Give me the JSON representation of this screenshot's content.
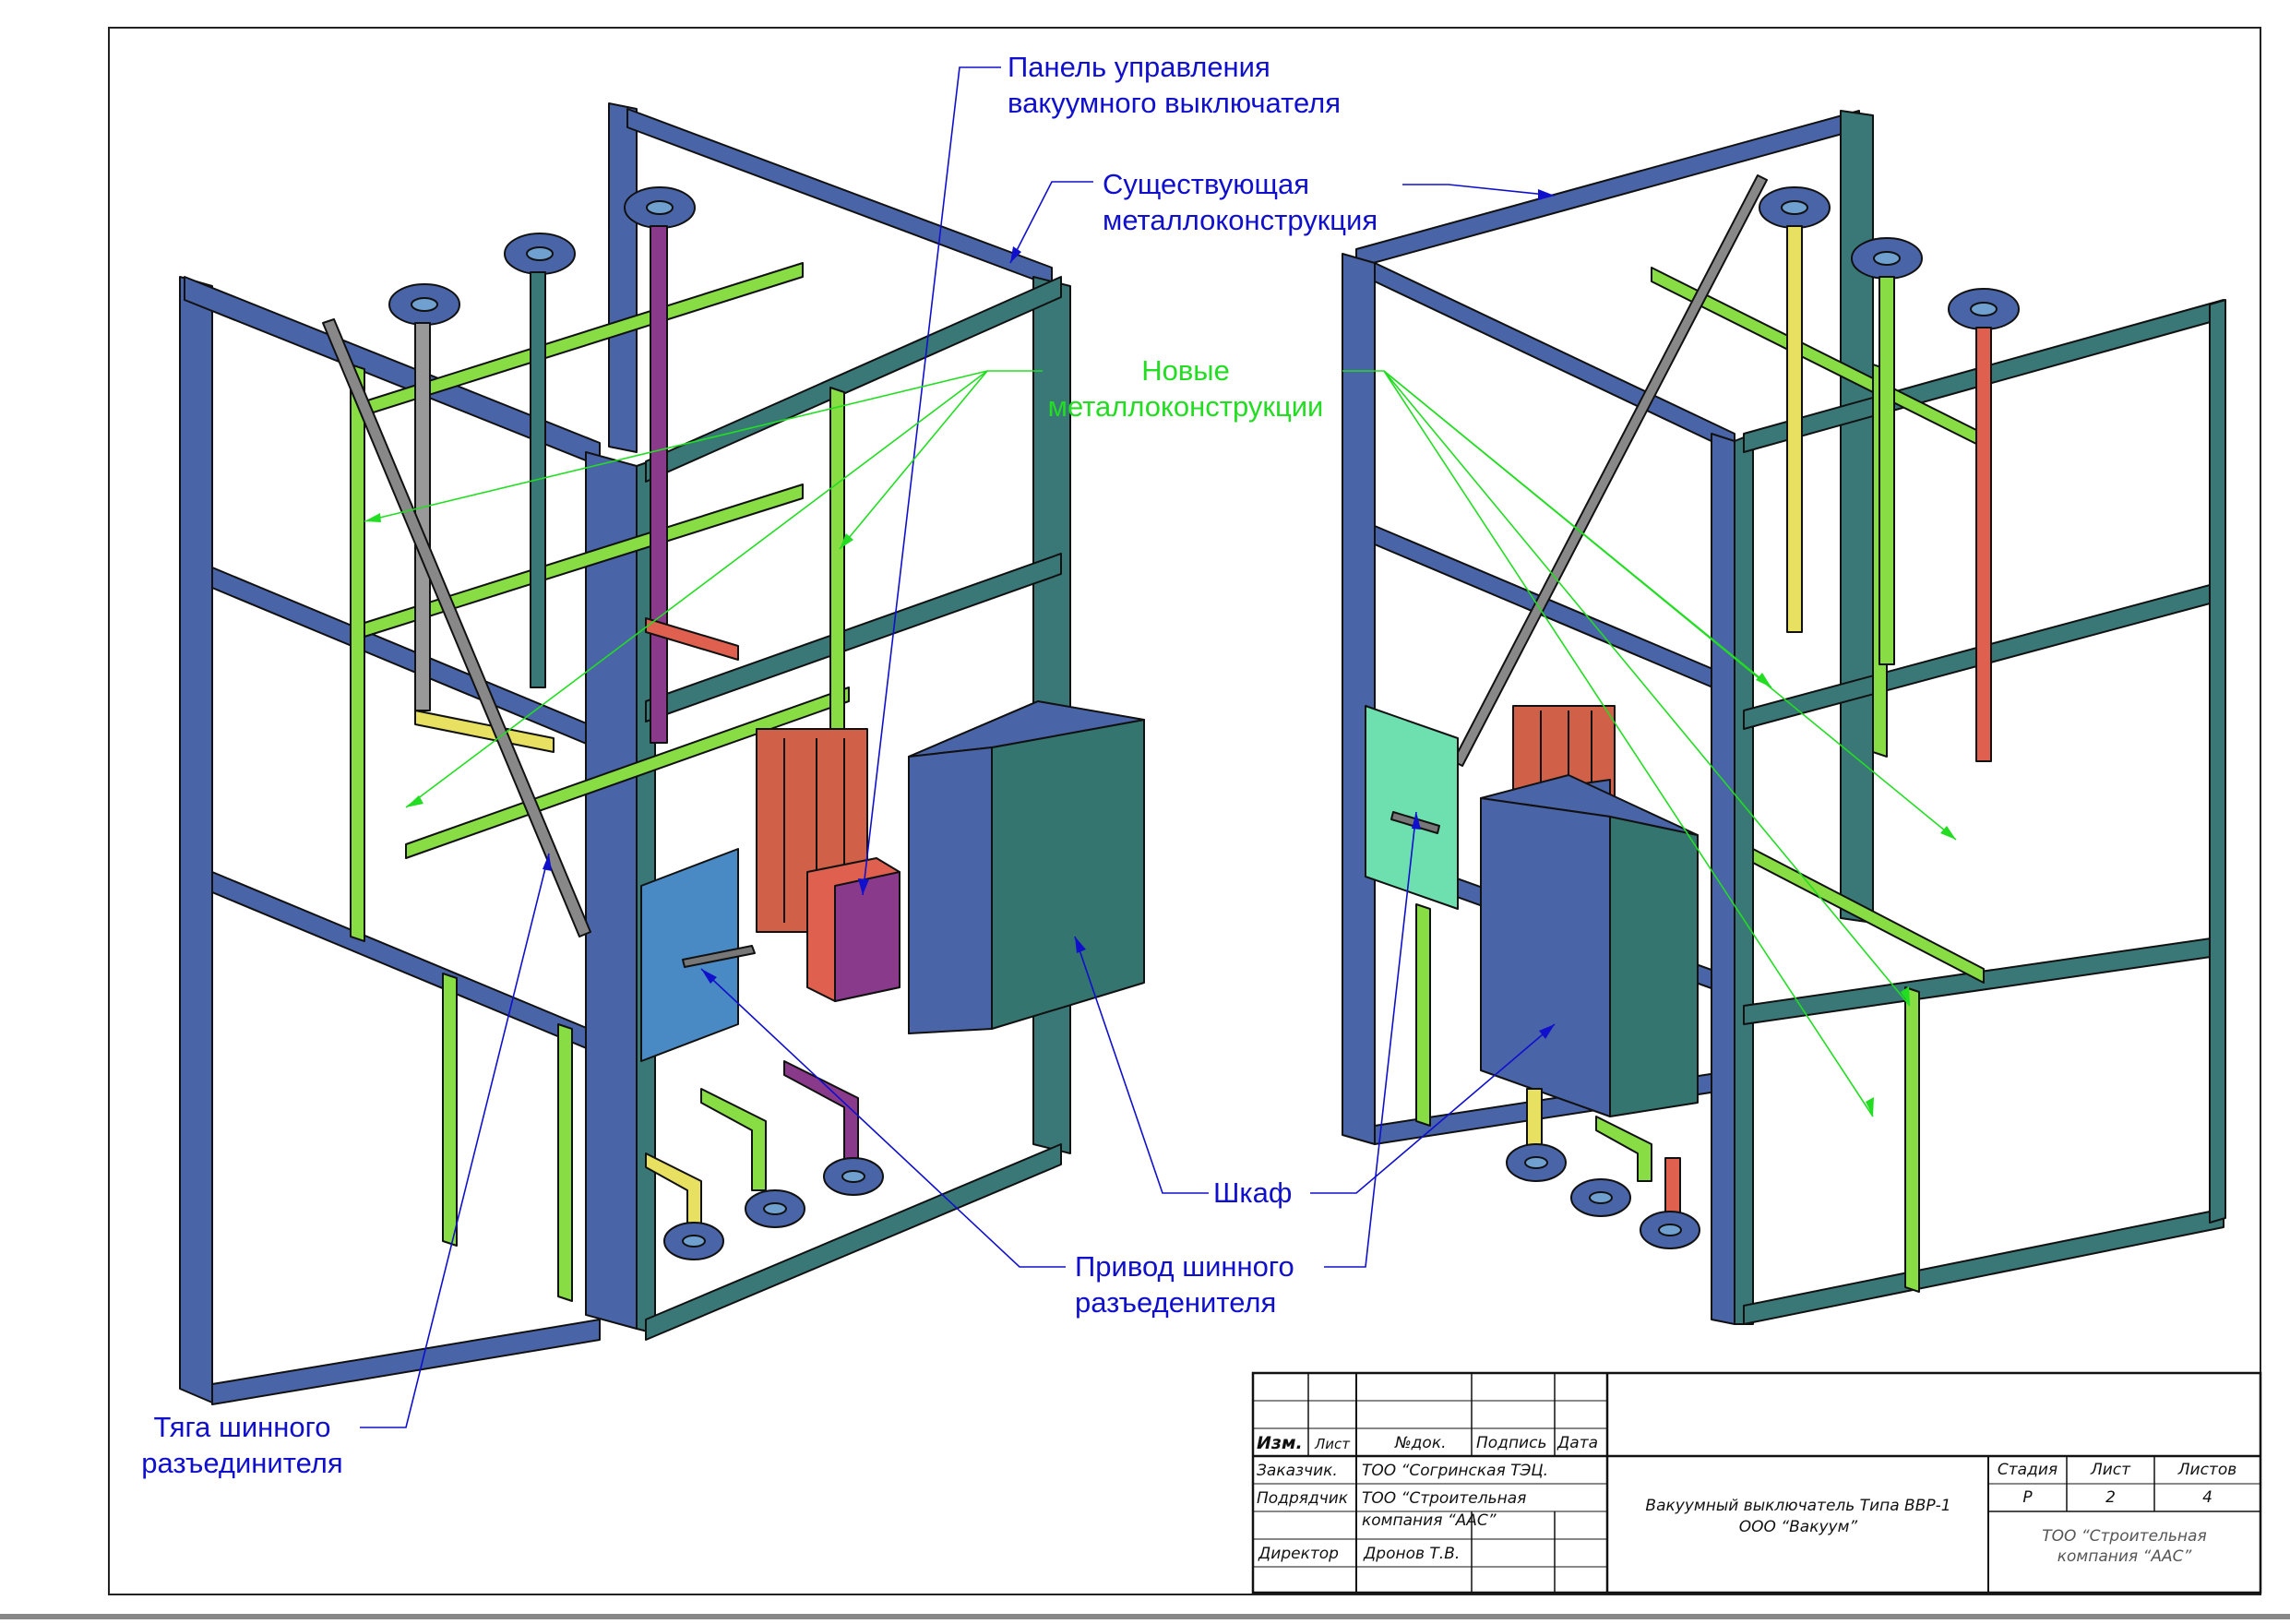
{
  "callouts": {
    "control_panel": [
      "Панель управления",
      "вакуумного выключателя"
    ],
    "existing_structure": [
      "Существующая",
      "металлоконструкция"
    ],
    "new_structures": [
      "Новые",
      "металлоконструкции"
    ],
    "cabinet": "Шкаф",
    "drive": [
      "Привод шинного",
      "разъеденителя"
    ],
    "rod": [
      "Тяга шинного",
      "разъединителя"
    ]
  },
  "title_block": {
    "headers": {
      "izm": "Изм.",
      "list": "Лист",
      "doc": "№док.",
      "sign": "Подпись",
      "date": "Дата"
    },
    "rows": [
      {
        "role": "Заказчик.",
        "value": "ТОО “Согринская ТЭЦ."
      },
      {
        "role": "Подрядчик",
        "value": "ТОО “Строительная",
        "value2": "компания “ААС”"
      },
      {
        "role": "Директор",
        "value": "Дронов Т.В."
      }
    ],
    "title_line1": "Вакуумный выключатель Типа ВВР-1",
    "title_line2": "ООО “Вакуум”",
    "stage_label": "Стадия",
    "sheet_label": "Лист",
    "sheets_label": "Листов",
    "stage_value": "Р",
    "sheet_value": "2",
    "sheets_value": "4",
    "company_line1": "ТОО “Строительная",
    "company_line2": "компания “ААС”"
  },
  "colors": {
    "frame_blue": "#4a64a8",
    "frame_teal": "#3a7878",
    "new_green": "#88dd44",
    "busbar_purple": "#8a3a8a",
    "busbar_red": "#e06050",
    "busbar_yellow": "#e8e060",
    "cabinet_front": "#4a64a8",
    "cabinet_side": "#357570",
    "callout_blue": "#1010cc",
    "callout_green": "#22dd22"
  }
}
